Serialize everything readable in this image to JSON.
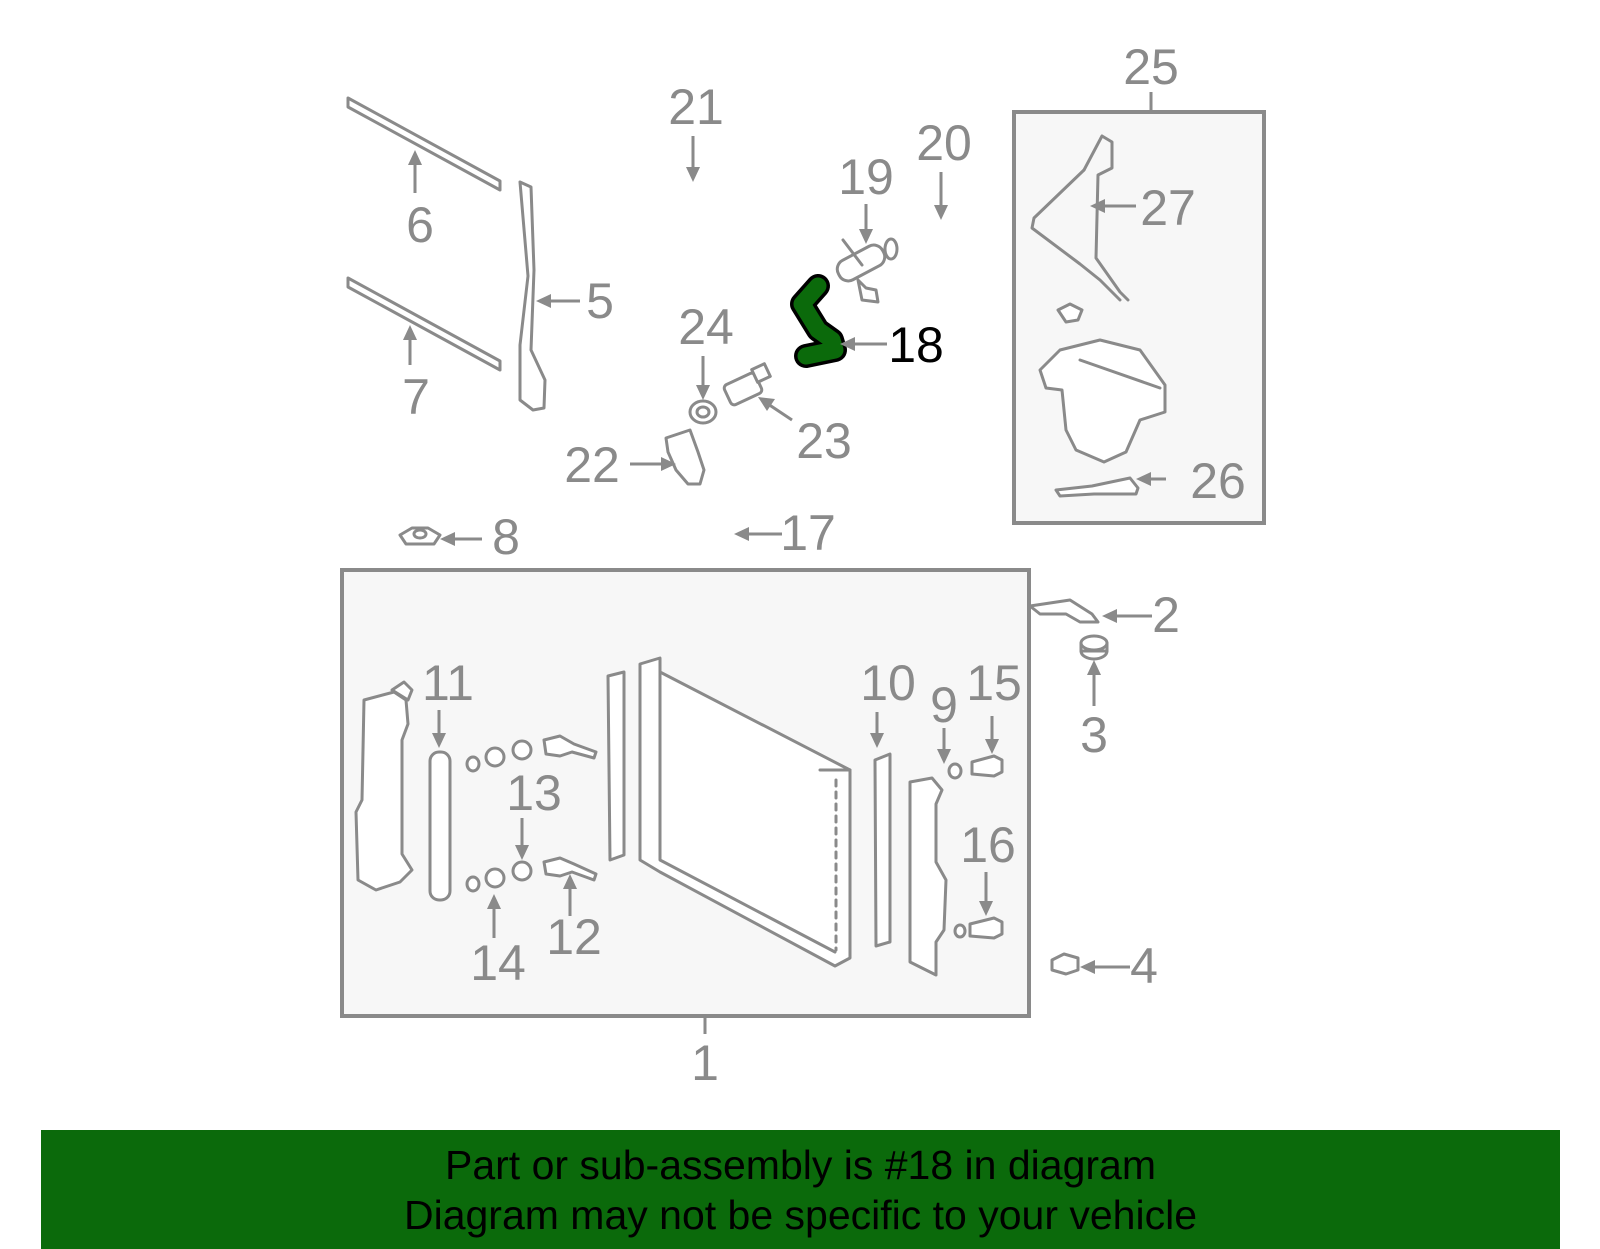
{
  "callouts": {
    "c1": "1",
    "c2": "2",
    "c3": "3",
    "c4": "4",
    "c5": "5",
    "c6": "6",
    "c7": "7",
    "c8": "8",
    "c9": "9",
    "c10": "10",
    "c11": "11",
    "c12": "12",
    "c13": "13",
    "c14": "14",
    "c15": "15",
    "c16": "16",
    "c17": "17",
    "c18": "18",
    "c19": "19",
    "c20": "20",
    "c21": "21",
    "c22": "22",
    "c23": "23",
    "c24": "24",
    "c25": "25",
    "c26": "26",
    "c27": "27"
  },
  "highlighted_part": "18",
  "colors": {
    "line_gray": "#8a8a8a",
    "highlight_green": "#0b6a0b",
    "banner_green": "#0b6a0b",
    "box_fill": "#f7f7f7"
  },
  "banner": {
    "line1": "Part or sub-assembly is #18 in diagram",
    "line2": "Diagram may not be specific to your vehicle"
  }
}
